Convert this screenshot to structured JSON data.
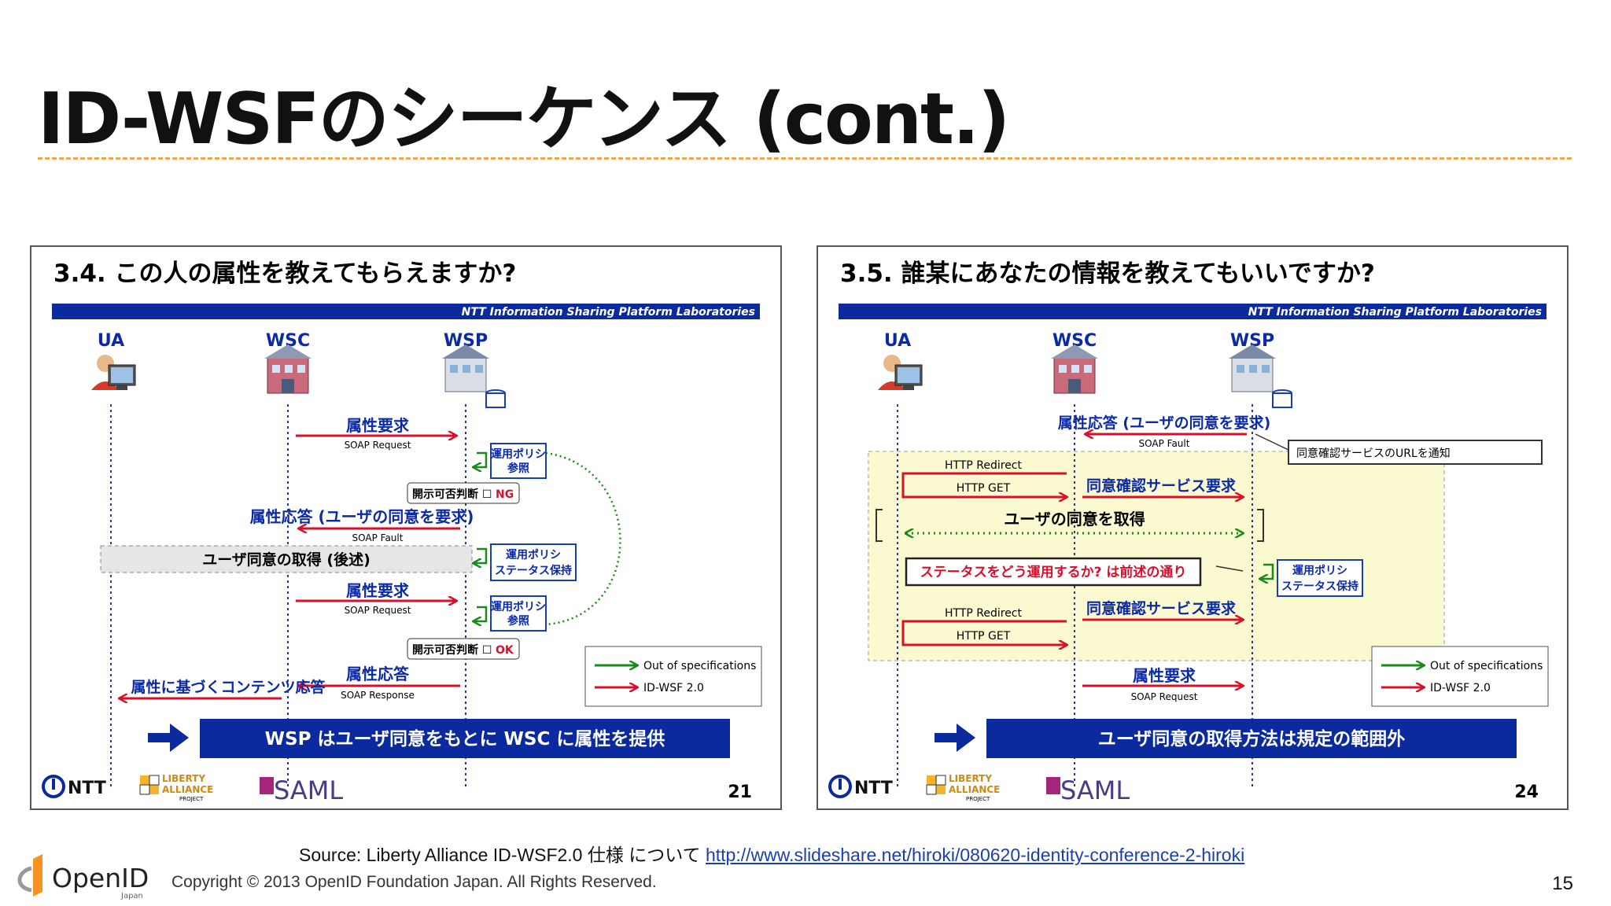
{
  "slide": {
    "title": "ID-WSFのシーケンス (cont.)",
    "source_prefix": "Source: Liberty Alliance ID-WSF2.0 仕様 について ",
    "source_link": "http://www.slideshare.net/hiroki/080620-identity-conference-2-hiroki",
    "logo_text": "OpenID",
    "logo_sub": "Japan",
    "copyright": "Copyright © 2013  OpenID Foundation Japan.  All Rights Reserved.",
    "page_number": "15"
  },
  "left": {
    "heading": "3.4. この人の属性を教えてもらえますか?",
    "banner": "NTT Information Sharing Platform Laboratories",
    "actors": [
      "UA",
      "WSC",
      "WSP"
    ],
    "msg1": "属性要求",
    "msg1_sub": "SOAP Request",
    "policy_ref_1": [
      "運用ポリシ",
      "参照"
    ],
    "decision_ng_label": "開示可否判断 ☐",
    "decision_ng": "NG",
    "msg2": "属性応答 (ユーザの同意を要求)",
    "msg2_sub": "SOAP Fault",
    "consent": "ユーザ同意の取得 (後述)",
    "policy_keep": [
      "運用ポリシ",
      "ステータス保持"
    ],
    "msg3": "属性要求",
    "msg3_sub": "SOAP Request",
    "policy_ref_2": [
      "運用ポリシ",
      "参照"
    ],
    "decision_ok_label": "開示可否判断 ☐",
    "decision_ok": "OK",
    "msg4": "属性応答",
    "msg4_sub": "SOAP Response",
    "msg5": "属性に基づくコンテンツ応答",
    "legend": [
      "Out of specifications",
      "ID-WSF 2.0"
    ],
    "conclusion": "WSP はユーザ同意をもとに WSC に属性を提供",
    "page": "21",
    "logos": [
      "NTT",
      "LIBERTY",
      "ALLIANCE",
      "PROJECT",
      "SAML"
    ]
  },
  "right": {
    "heading": "3.5. 誰某にあなたの情報を教えてもいいですか?",
    "banner": "NTT Information Sharing Platform Laboratories",
    "actors": [
      "UA",
      "WSC",
      "WSP"
    ],
    "msg1": "属性応答 (ユーザの同意を要求)",
    "msg1_sub": "SOAP Fault",
    "note": "同意確認サービスのURLを通知",
    "redirect_1": "HTTP Redirect",
    "get_1": "HTTP GET",
    "svc_req_1": "同意確認サービス要求",
    "consent": "ユーザの同意を取得",
    "status_box": "ステータスをどう運用するか? は前述の通り",
    "policy_keep": [
      "運用ポリシ",
      "ステータス保持"
    ],
    "redirect_2": "HTTP Redirect",
    "get_2": "HTTP GET",
    "svc_req_2": "同意確認サービス要求",
    "msg_final": "属性要求",
    "msg_final_sub": "SOAP Request",
    "legend": [
      "Out of specifications",
      "ID-WSF 2.0"
    ],
    "conclusion": "ユーザ同意の取得方法は規定の範囲外",
    "page": "24",
    "logos": [
      "NTT",
      "LIBERTY",
      "ALLIANCE",
      "PROJECT",
      "SAML"
    ]
  },
  "colors": {
    "title_rule": "#f0a64b",
    "banner_blue": "#0a2a9e",
    "message_red": "#d9102a",
    "label_blue": "#0b2aa6",
    "out_of_spec_green": "#1a8a1a",
    "note_yellow": "#fbf9cf",
    "link_blue": "#1a3fb0",
    "openid_orange": "#f7931e"
  }
}
